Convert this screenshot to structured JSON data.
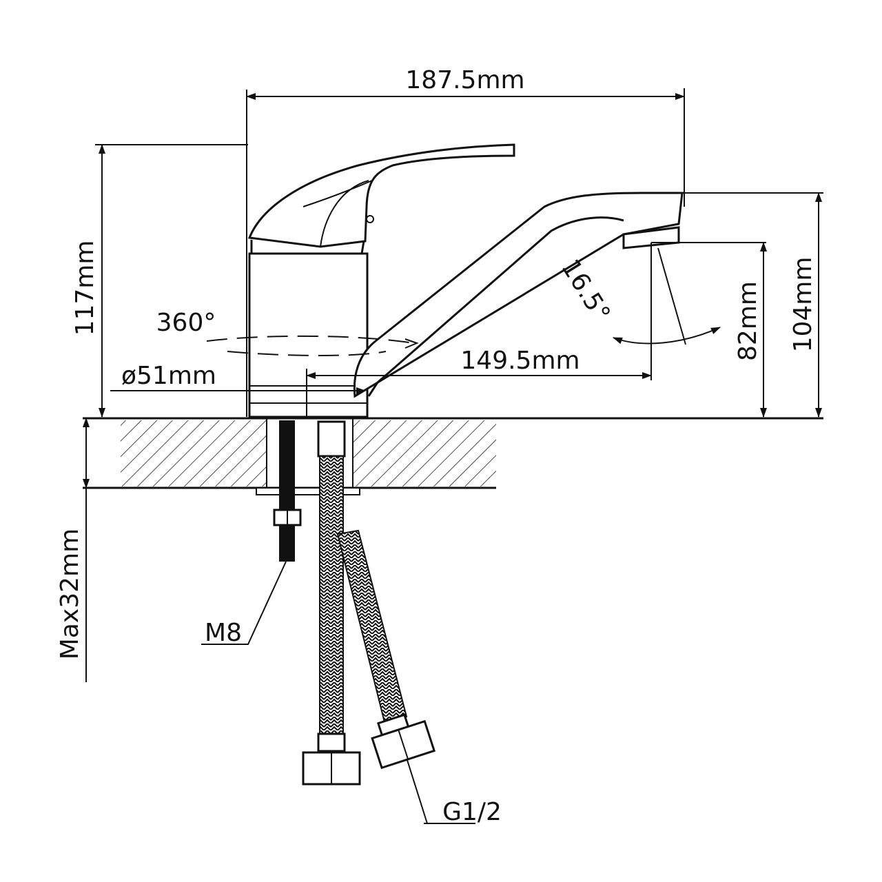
{
  "drawing": {
    "dimensions": {
      "overall_length": "187.5mm",
      "overall_height": "117mm",
      "rotation": "360°",
      "base_diameter": "ø51mm",
      "spout_reach": "149.5mm",
      "spout_angle": "16.5°",
      "spout_clearance": "82mm",
      "spout_height": "104mm",
      "max_counter_thickness": "Max32mm"
    },
    "callouts": {
      "stud_thread": "M8",
      "hose_connection": "G1/2"
    }
  }
}
